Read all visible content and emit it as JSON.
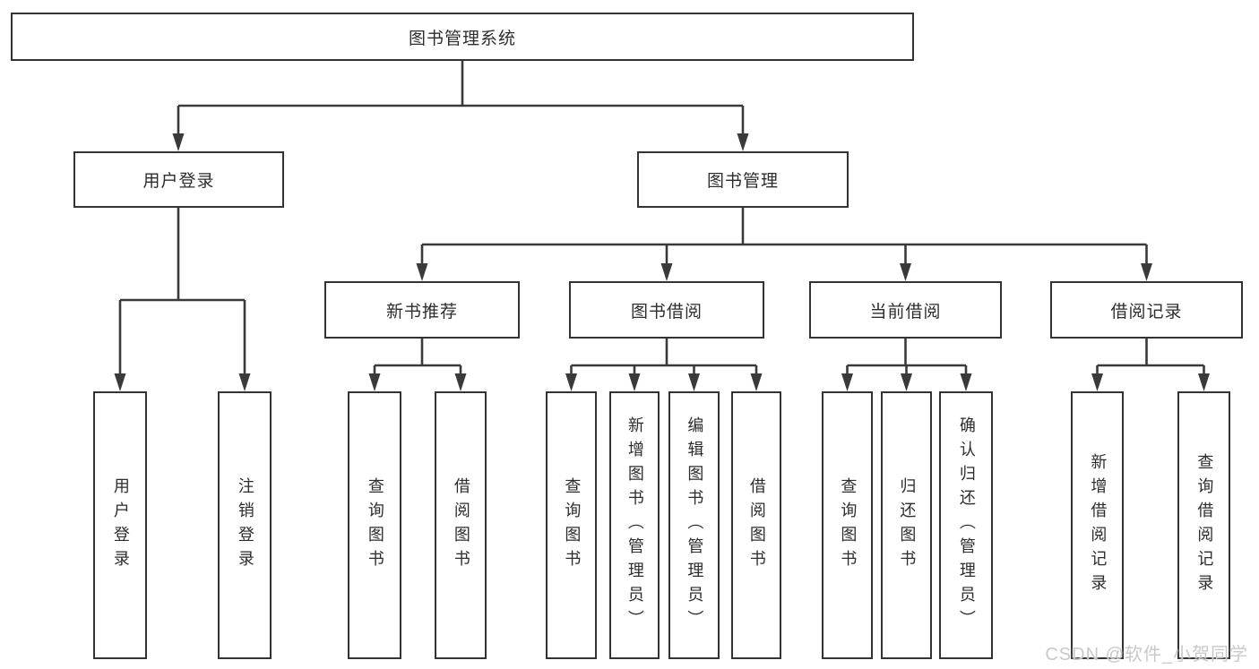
{
  "tree": {
    "label": "图书管理系统",
    "children": [
      {
        "label": "用户登录",
        "children": [
          {
            "label": "用户登录"
          },
          {
            "label": "注销登录"
          }
        ]
      },
      {
        "label": "图书管理",
        "children": [
          {
            "label": "新书推荐",
            "children": [
              {
                "label": "查询图书"
              },
              {
                "label": "借阅图书"
              }
            ]
          },
          {
            "label": "图书借阅",
            "children": [
              {
                "label": "查询图书"
              },
              {
                "label": "新增图书（管理员）"
              },
              {
                "label": "编辑图书（管理员）"
              },
              {
                "label": "借阅图书"
              }
            ]
          },
          {
            "label": "当前借阅",
            "children": [
              {
                "label": "查询图书"
              },
              {
                "label": "归还图书"
              },
              {
                "label": "确认归还（管理员）"
              }
            ]
          },
          {
            "label": "借阅记录",
            "children": [
              {
                "label": "新增借阅记录"
              },
              {
                "label": "查询借阅记录"
              }
            ]
          }
        ]
      }
    ]
  },
  "watermark": {
    "text": "CSDN @软件_小贺同学"
  },
  "colors": {
    "bg": "#ffffff",
    "line": "#3a3a3a",
    "border": "#333333",
    "text": "#2d2d2d",
    "watermark": "#c9c9c9"
  }
}
